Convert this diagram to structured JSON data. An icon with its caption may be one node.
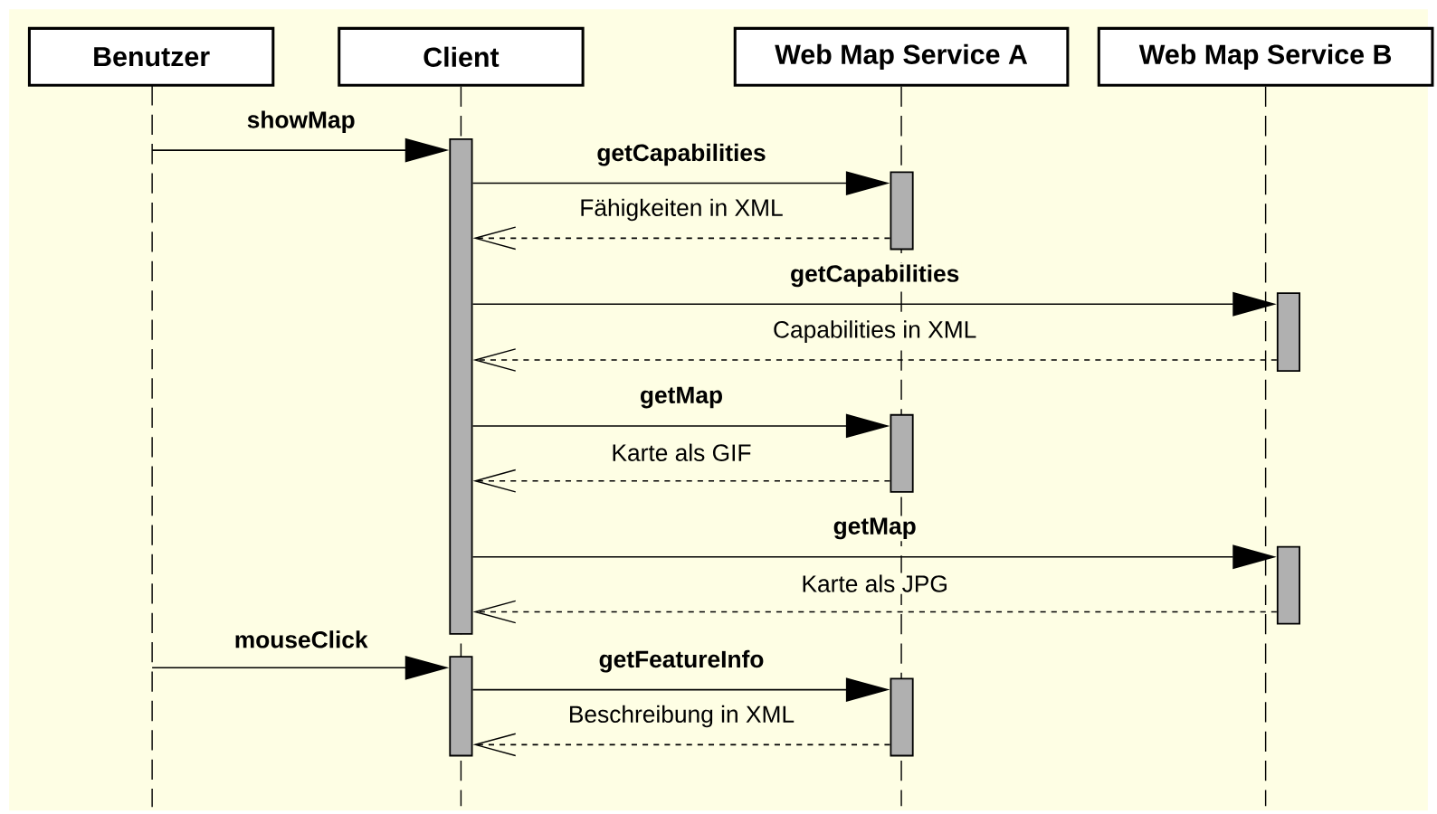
{
  "diagram": {
    "nodes": [
      {
        "text": [
          "Benutzer"
        ]
      },
      {
        "text": [
          "Client"
        ]
      },
      {
        "text": [
          "Web Map Service A"
        ]
      },
      {
        "text": [
          "Web Map Service B"
        ]
      },
      {
        "text": [],
        "shape": "bar"
      },
      {
        "text": [],
        "shape": "bar"
      },
      {
        "text": [],
        "shape": "bar"
      },
      {
        "text": [],
        "shape": "bar"
      },
      {
        "text": [],
        "shape": "bar"
      },
      {
        "text": [],
        "shape": "bar"
      },
      {
        "text": [],
        "shape": "bar"
      },
      {
        "text": [],
        "shape": "line"
      }
    ],
    "edges": [
      {
        "from": 11,
        "to": 4,
        "arrow": "to",
        "label": "showMap"
      },
      {
        "from": 4,
        "to": 5,
        "arrow": "to",
        "label": "getCapabilities"
      },
      {
        "from": 5,
        "to": 4,
        "arrow": "to",
        "label": "Fähigkeiten in XML",
        "style": "dashed"
      },
      {
        "from": 4,
        "to": 6,
        "arrow": "to",
        "label": "getCapabilities"
      },
      {
        "from": 6,
        "to": 4,
        "arrow": "to",
        "label": "Capabilities in XML",
        "style": "dashed"
      },
      {
        "from": 4,
        "to": 7,
        "arrow": "to",
        "label": "getMap"
      },
      {
        "from": 7,
        "to": 4,
        "arrow": "to",
        "label": "Karte als GIF",
        "style": "dashed"
      },
      {
        "from": 4,
        "to": 8,
        "arrow": "to",
        "label": "getMap"
      },
      {
        "from": 8,
        "to": 4,
        "arrow": "to",
        "label": "Karte als JPG",
        "style": "dashed"
      },
      {
        "from": 11,
        "to": 9,
        "arrow": "to",
        "label": "mouseClick"
      },
      {
        "from": 9,
        "to": 10,
        "arrow": "to",
        "label": "getFeatureInfo"
      },
      {
        "from": 10,
        "to": 9,
        "arrow": "to",
        "label": "Beschreibung in XML",
        "style": "dashed"
      }
    ]
  }
}
